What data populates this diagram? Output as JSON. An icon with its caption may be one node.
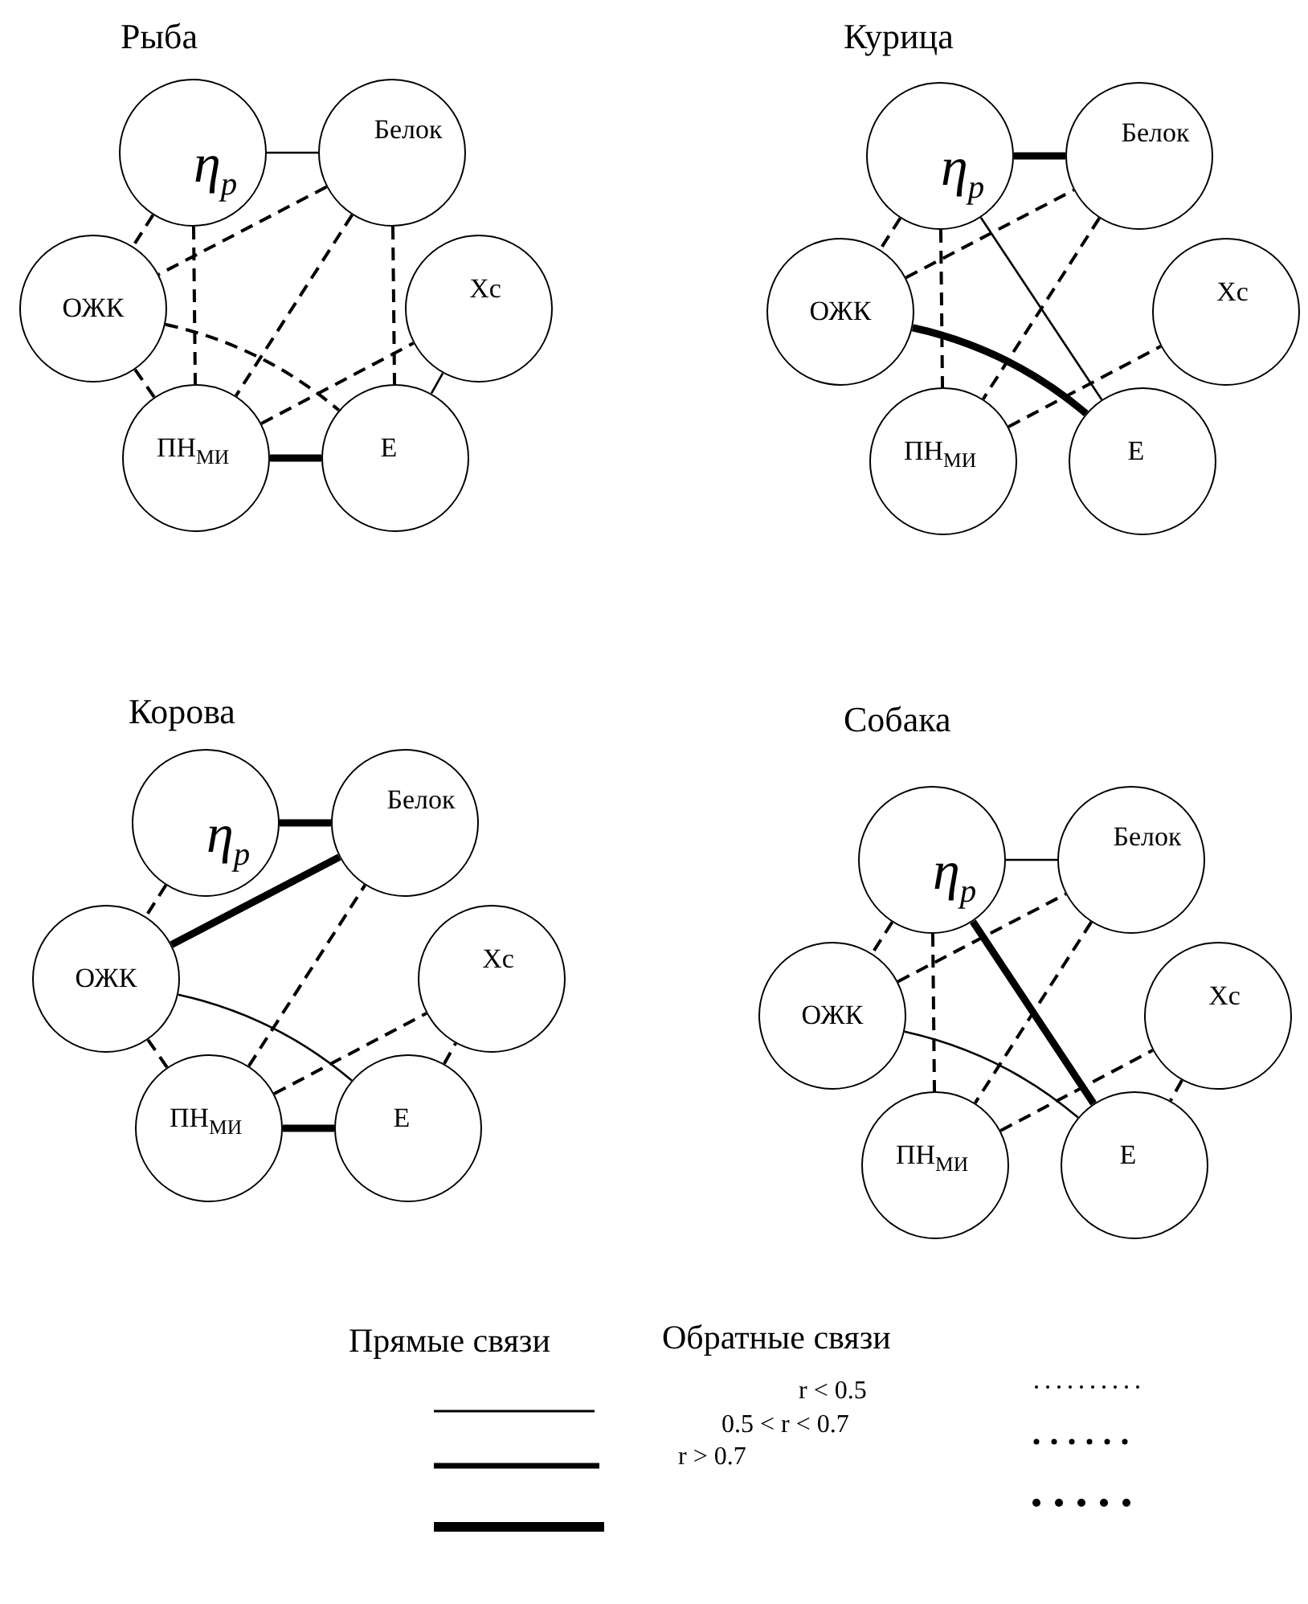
{
  "diagram": {
    "nodes": [
      {
        "text": [
          "η$_{p}$"
        ]
      },
      {
        "text": [
          "Белок"
        ]
      },
      {
        "text": [
          "ОЖК"
        ]
      },
      {
        "text": [
          "Хс"
        ]
      },
      {
        "text": [
          "ПН$_{МИ}$"
        ]
      },
      {
        "text": [
          "Е"
        ]
      },
      {
        "text": [
          "η$_{p}$"
        ]
      },
      {
        "text": [
          "Белок"
        ]
      },
      {
        "text": [
          "ОЖК"
        ]
      },
      {
        "text": [
          "Хс"
        ]
      },
      {
        "text": [
          "ПН$_{МИ}$"
        ]
      },
      {
        "text": [
          "Е"
        ]
      },
      {
        "text": [
          "η$_{p}$"
        ]
      },
      {
        "text": [
          "Белок"
        ]
      },
      {
        "text": [
          "ОЖК"
        ]
      },
      {
        "text": [
          "Хс"
        ]
      },
      {
        "text": [
          "ПН$_{МИ}$"
        ]
      },
      {
        "text": [
          "Е"
        ]
      },
      {
        "text": [
          "η$_{p}$"
        ]
      },
      {
        "text": [
          "Белок"
        ]
      },
      {
        "text": [
          "ОЖК"
        ]
      },
      {
        "text": [
          "Хс"
        ]
      },
      {
        "text": [
          "ПН$_{МИ}$"
        ]
      },
      {
        "text": [
          "Е"
        ]
      }
    ],
    "edges": [
      {
        "from": 0,
        "to": 1,
        "arrow": "none"
      },
      {
        "from": 0,
        "to": 2,
        "arrow": "none",
        "style": "dashed"
      },
      {
        "from": 0,
        "to": 4,
        "arrow": "none",
        "style": "dashed"
      },
      {
        "from": 1,
        "to": 2,
        "arrow": "none",
        "style": "dashed"
      },
      {
        "from": 1,
        "to": 4,
        "arrow": "none",
        "style": "dashed"
      },
      {
        "from": 1,
        "to": 5,
        "arrow": "none",
        "style": "dashed"
      },
      {
        "from": 2,
        "to": 5,
        "arrow": "none",
        "style": "dashed"
      },
      {
        "from": 2,
        "to": 4,
        "arrow": "none",
        "style": "dashed"
      },
      {
        "from": 4,
        "to": 3,
        "arrow": "none",
        "style": "dashed"
      },
      {
        "from": 5,
        "to": 3,
        "arrow": "none"
      },
      {
        "from": 4,
        "to": 5,
        "arrow": "none",
        "style": "thick"
      },
      {
        "from": 6,
        "to": 7,
        "arrow": "none",
        "style": "thick"
      },
      {
        "from": 6,
        "to": 8,
        "arrow": "none",
        "style": "dashed"
      },
      {
        "from": 6,
        "to": 10,
        "arrow": "none",
        "style": "dashed"
      },
      {
        "from": 6,
        "to": 11,
        "arrow": "none"
      },
      {
        "from": 8,
        "to": 7,
        "arrow": "none",
        "style": "dashed"
      },
      {
        "from": 7,
        "to": 10,
        "arrow": "none",
        "style": "dashed"
      },
      {
        "from": 8,
        "to": 11,
        "arrow": "none",
        "style": "thick"
      },
      {
        "from": 10,
        "to": 9,
        "arrow": "none",
        "style": "dashed"
      },
      {
        "from": 12,
        "to": 13,
        "arrow": "none",
        "style": "thick"
      },
      {
        "from": 12,
        "to": 14,
        "arrow": "none",
        "style": "dashed"
      },
      {
        "from": 14,
        "to": 13,
        "arrow": "none",
        "style": "thick"
      },
      {
        "from": 16,
        "to": 13,
        "arrow": "none",
        "style": "dashed"
      },
      {
        "from": 14,
        "to": 17,
        "arrow": "none"
      },
      {
        "from": 16,
        "to": 15,
        "arrow": "none",
        "style": "dashed"
      },
      {
        "from": 17,
        "to": 15,
        "arrow": "none",
        "style": "dashed"
      },
      {
        "from": 14,
        "to": 16,
        "arrow": "none",
        "style": "dashed"
      },
      {
        "from": 16,
        "to": 17,
        "arrow": "none",
        "style": "thick"
      },
      {
        "from": 18,
        "to": 19,
        "arrow": "none"
      },
      {
        "from": 18,
        "to": 20,
        "arrow": "none",
        "style": "dashed"
      },
      {
        "from": 18,
        "to": 22,
        "arrow": "none",
        "style": "dashed"
      },
      {
        "from": 18,
        "to": 23,
        "arrow": "none",
        "style": "thick"
      },
      {
        "from": 20,
        "to": 19,
        "arrow": "none",
        "style": "dashed"
      },
      {
        "from": 19,
        "to": 22,
        "arrow": "none",
        "style": "dashed"
      },
      {
        "from": 20,
        "to": 23,
        "arrow": "none"
      },
      {
        "from": 22,
        "to": 21,
        "arrow": "none",
        "style": "dashed"
      },
      {
        "from": 21,
        "to": 23,
        "arrow": "none",
        "style": "dashed"
      }
    ],
    "labels": [
      "Рыба",
      "Курица",
      "Корова",
      "Собака",
      "Прямые связи",
      "Обратные связи"
    ],
    "legend": [
      {
        "text": "r < 0.5"
      },
      {
        "text": "0.5 < r < 0.7"
      },
      {
        "text": "r > 0.7"
      }
    ]
  }
}
